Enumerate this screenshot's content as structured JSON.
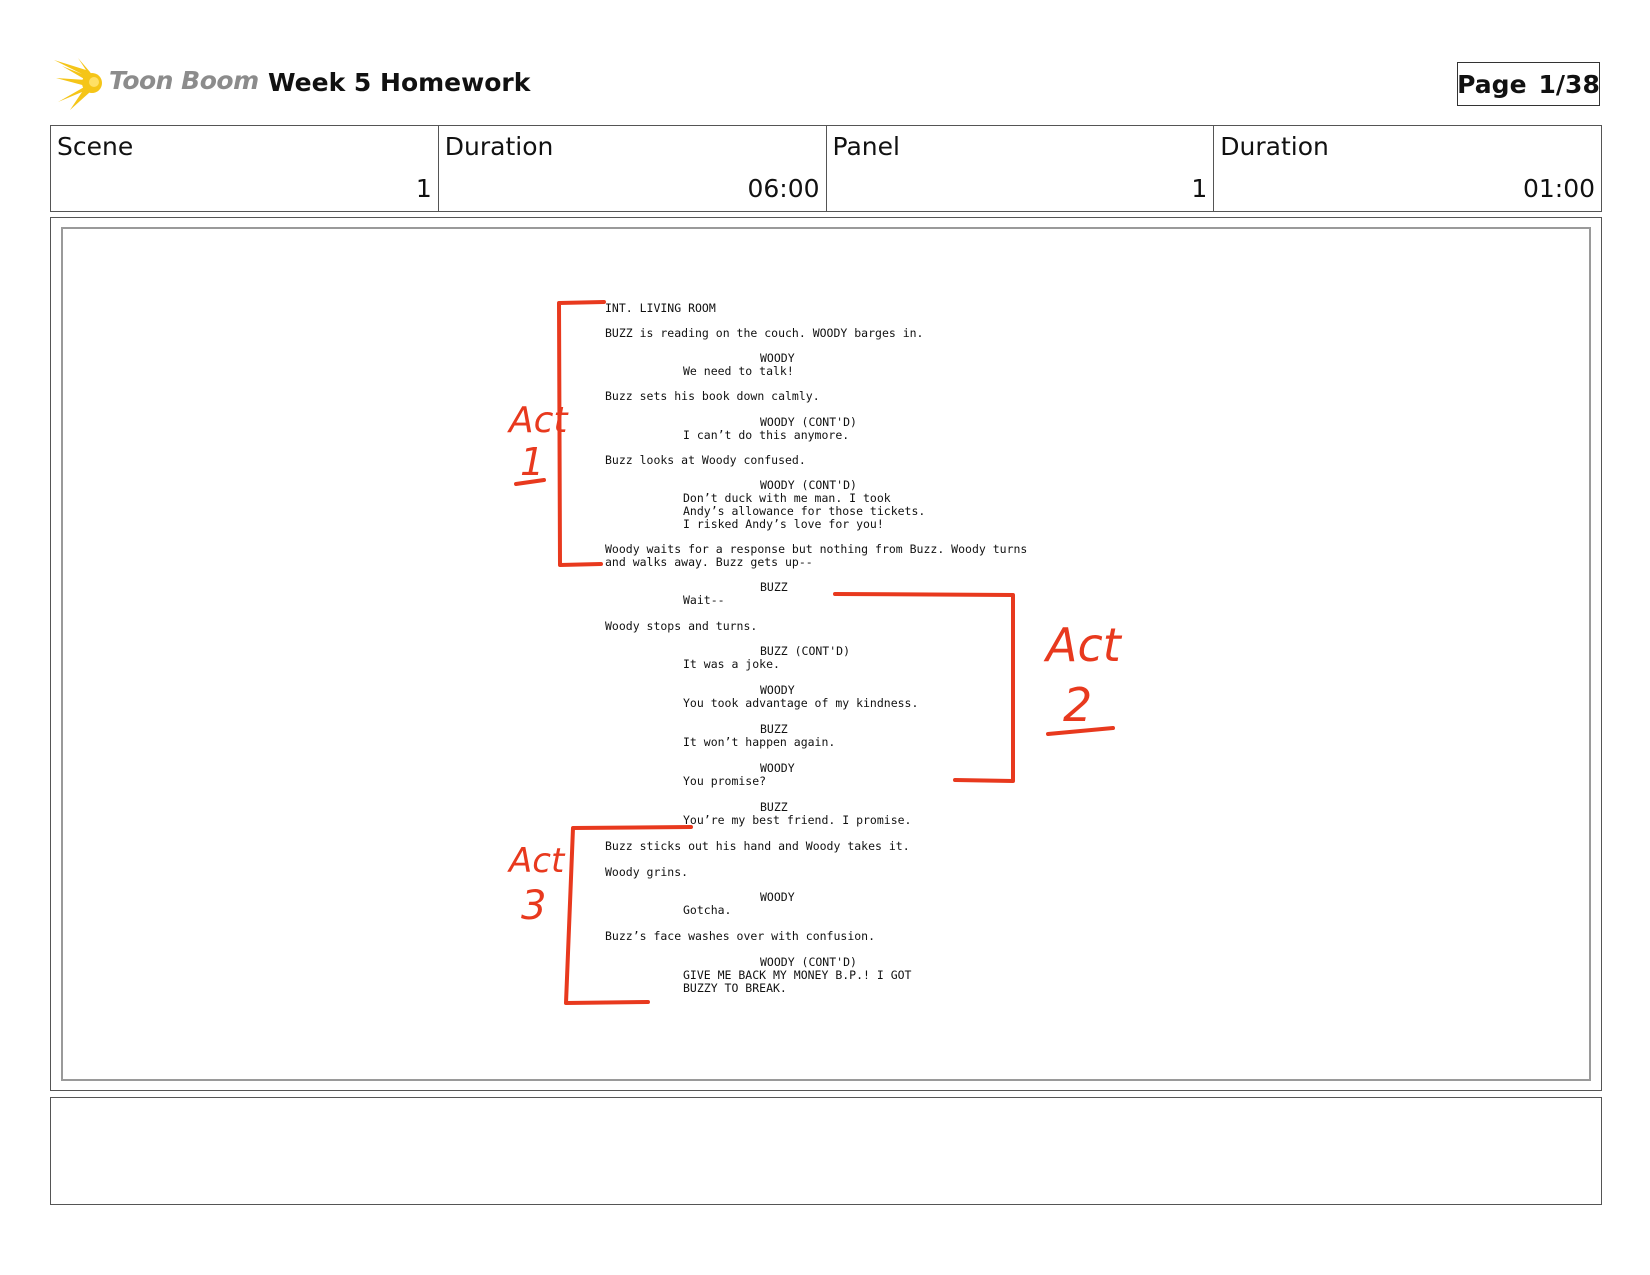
{
  "header": {
    "logo_text": "Toon Boom",
    "title": "Week 5 Homework",
    "page_label": "Page",
    "page_value": "1/38"
  },
  "info": {
    "scene_label": "Scene",
    "scene_value": "1",
    "scene_duration_label": "Duration",
    "scene_duration_value": "06:00",
    "panel_label": "Panel",
    "panel_value": "1",
    "panel_duration_label": "Duration",
    "panel_duration_value": "01:00"
  },
  "script_lines": [
    "INT. LIVING ROOM",
    "BUZZ is reading on the couch. WOODY barges in.",
    "WOODY",
    "We need to talk!",
    "Buzz sets his book down calmly.",
    "WOODY (CONT'D)",
    "I can’t do this anymore.",
    "Buzz looks at Woody confused.",
    "WOODY (CONT'D)",
    "Don’t duck with me man. I took",
    "Andy’s allowance for those tickets.",
    "I risked Andy’s love for you!",
    "Woody waits for a response but nothing from Buzz. Woody turns",
    "and walks away. Buzz gets up--",
    "BUZZ",
    "Wait--",
    "Woody stops and turns.",
    "BUZZ (CONT'D)",
    "It was a joke.",
    "WOODY",
    "You took advantage of my kindness.",
    "BUZZ",
    "It won’t happen again.",
    "WOODY",
    "You promise?",
    "BUZZ",
    "You’re my best friend. I promise.",
    "Buzz sticks out his hand and Woody takes it.",
    "Woody grins.",
    "WOODY",
    "Gotcha.",
    "Buzz’s face washes over with confusion.",
    "WOODY (CONT'D)",
    "GIVE ME BACK MY MONEY B.P.! I GOT",
    "BUZZY TO BREAK."
  ],
  "annotations": {
    "act1_word": "Act",
    "act1_num": "1",
    "act2_word": "Act",
    "act2_num": "2",
    "act3_word": "Act",
    "act3_num": "3"
  },
  "annotation_color": "#e8391e",
  "logo_color": "#f5c518"
}
